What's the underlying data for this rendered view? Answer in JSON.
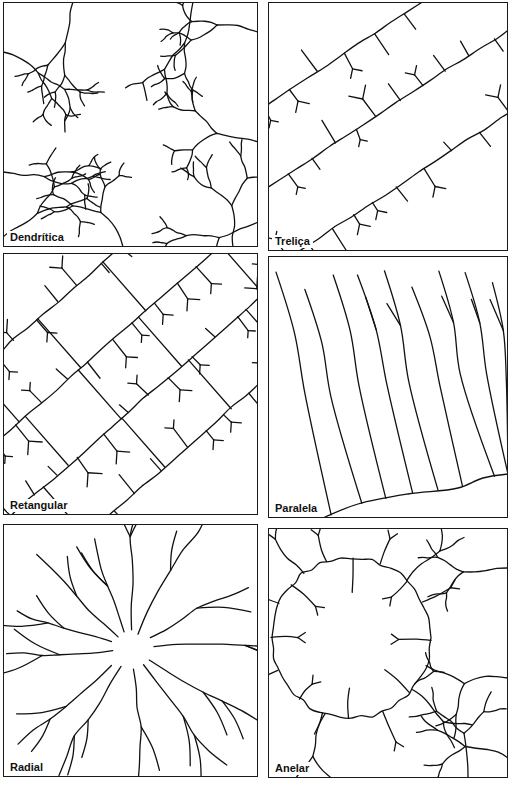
{
  "diagram": {
    "nodes": [
      {
        "text": [
          "Dendrítica"
        ]
      },
      {
        "text": [
          "Treliça"
        ]
      },
      {
        "text": [
          "Retangular"
        ]
      },
      {
        "text": [
          "Paralela"
        ]
      },
      {
        "text": [
          "Radial"
        ]
      },
      {
        "text": [
          "Anelar"
        ]
      }
    ]
  }
}
